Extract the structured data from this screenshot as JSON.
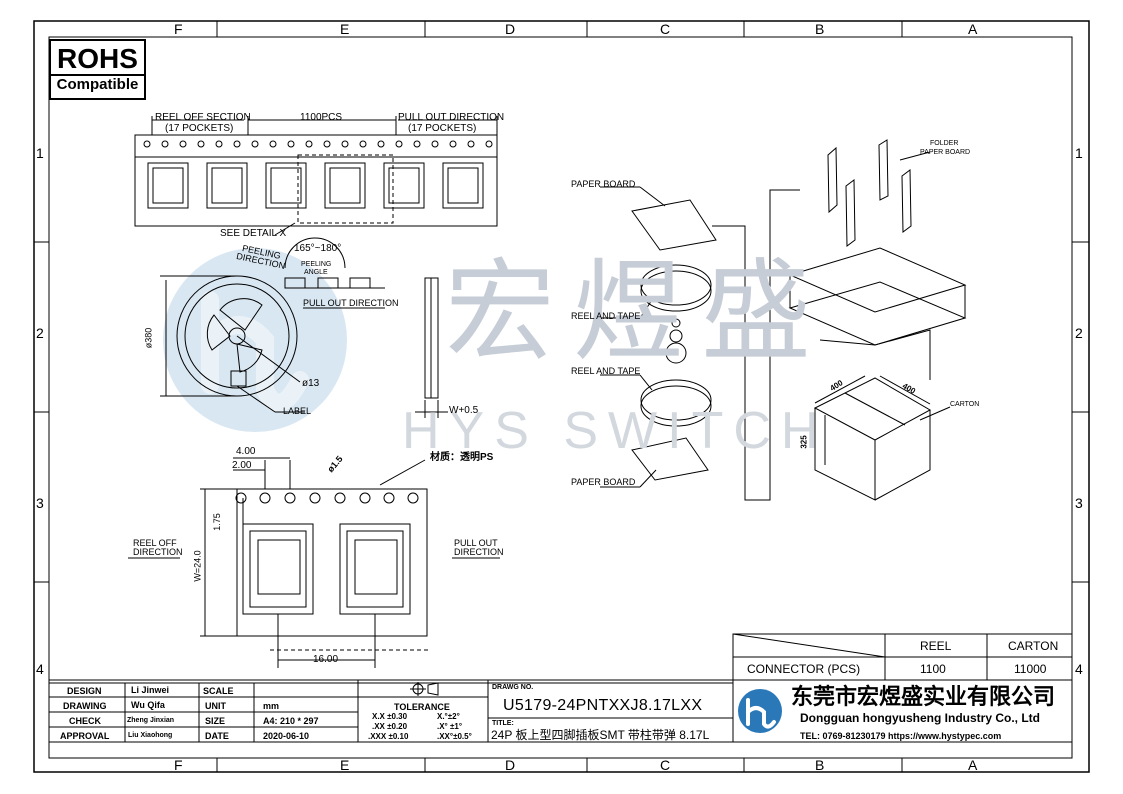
{
  "zones": {
    "top": [
      "F",
      "E",
      "D",
      "C",
      "B",
      "A"
    ],
    "bottom": [
      "F",
      "E",
      "D",
      "C",
      "B",
      "A"
    ],
    "left": [
      "1",
      "2",
      "3",
      "4"
    ],
    "right": [
      "1",
      "2",
      "3",
      "4"
    ]
  },
  "rohs": {
    "title": "ROHS",
    "subtitle": "Compatible"
  },
  "watermark": {
    "cn": "宏煜盛",
    "en": "HYS SWITCH"
  },
  "reel_view": {
    "reel_off_section": "REEL OFF SECTION",
    "reel_off_pockets": "(17 POCKETS)",
    "pcs": "1100PCS",
    "pull_out_direction": "PULL OUT DIRECTION",
    "pull_out_pockets": "(17 POCKETS)",
    "see_detail": "SEE DETAIL X",
    "peeling": "PEELING",
    "direction": "DIRECTION",
    "angle": "165°~180°",
    "peeling_angle_1": "PEELING",
    "peeling_angle_2": "ANGLE",
    "pull_out_direction_2": "PULL OUT DIRECTION",
    "dia_380": "ø380",
    "dia_13": "ø13",
    "label": "LABEL",
    "w_plus": "W+0.5"
  },
  "tape_detail": {
    "dim_4": "4.00",
    "dim_2": "2.00",
    "dim_15": "ø1.5",
    "material": "材质：透明PS",
    "dim_175": "1.75",
    "dim_w": "W=24.0",
    "dim_16": "16.00",
    "reel_off_1": "REEL OFF",
    "reel_off_2": "DIRECTION",
    "pull_out_1": "PULL OUT",
    "pull_out_2": "DIRECTION"
  },
  "packing": {
    "paper_board_top": "PAPER BOARD",
    "reel_tape_1": "REEL AND TAPE",
    "reel_tape_2": "REEL AND TAPE",
    "paper_board_bottom": "PAPER BOARD",
    "folder_1": "FOLDER",
    "folder_2": "PAPER BOARD",
    "carton": "CARTON",
    "dim_400a": "400",
    "dim_400b": "400",
    "dim_325": "325"
  },
  "qty_table": {
    "reel_header": "REEL",
    "carton_header": "CARTON",
    "row_label": "CONNECTOR (PCS)",
    "reel_value": "1100",
    "carton_value": "11000"
  },
  "title_block": {
    "design_label": "DESIGN",
    "design_name": "Li Jinwei",
    "drawing_label": "DRAWING",
    "drawing_name": "Wu Qifa",
    "check_label": "CHECK",
    "check_name": "Zheng Jinxian",
    "approval_label": "APPROVAL",
    "approval_name": "Liu Xiaohong",
    "scale_label": "SCALE",
    "unit_label": "UNIT",
    "size_label": "SIZE",
    "date_label": "DATE",
    "unit_value": "mm",
    "size_value": "A4: 210 * 297",
    "date_value": "2020-06-10",
    "tolerance_label": "TOLERANCE",
    "tol_1a": "X.X  ±0.30",
    "tol_1b": "X.°±2°",
    "tol_2a": ".XX  ±0.20",
    "tol_2b": ".X° ±1°",
    "tol_3a": ".XXX  ±0.10",
    "tol_3b": ".XX°±0.5°",
    "drawing_no_label": "DRAWG NO.",
    "drawing_no": "U5179-24PNTXXJ8.17LXX",
    "title_label": "TITLE:",
    "title_value": "24P 板上型四脚插板SMT 带柱带弹 8.17L"
  },
  "company": {
    "name_cn": "东莞市宏煜盛实业有限公司",
    "name_en": "Dongguan hongyusheng Industry Co., Ltd",
    "contact": "TEL: 0769-81230179  https://www.hystypec.com"
  }
}
